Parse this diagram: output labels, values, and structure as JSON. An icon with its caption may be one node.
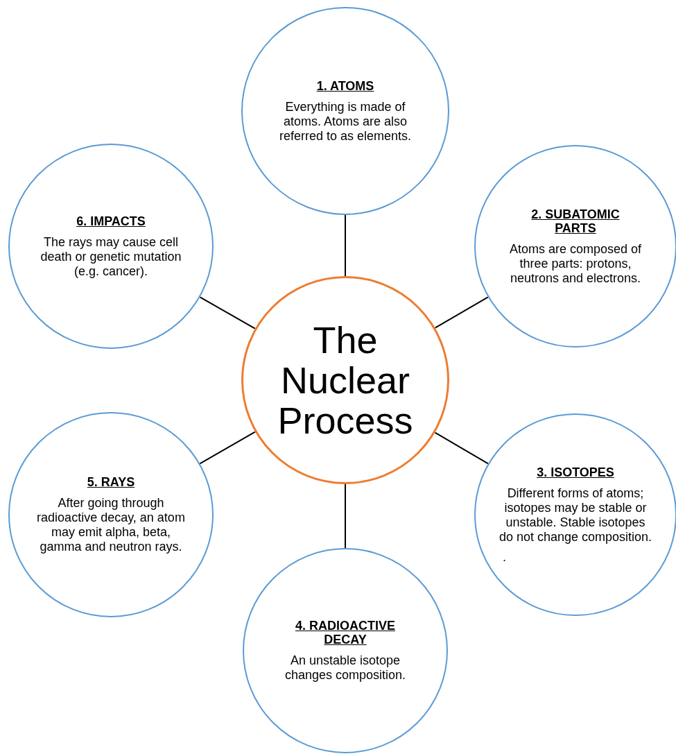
{
  "diagram": {
    "nodes": [
      {
        "text": [
          "The Nuclear Process"
        ]
      },
      {
        "text": [
          "1. ATOMS",
          "Everything is made of atoms. Atoms are also referred to as elements."
        ]
      },
      {
        "text": [
          "2. SUBATOMIC PARTS",
          "Atoms are composed of three parts: protons, neutrons and electrons."
        ]
      },
      {
        "text": [
          "3. ISOTOPES",
          "Different forms of atoms; isotopes may be stable or unstable. Stable isotopes do not change composition.",
          "."
        ]
      },
      {
        "text": [
          "4. RADIOACTIVE DECAY",
          "An unstable isotope changes composition."
        ]
      },
      {
        "text": [
          "5. RAYS",
          "After going through radioactive decay, an atom may emit alpha, beta, gamma and neutron rays."
        ]
      },
      {
        "text": [
          "6. IMPACTS",
          "The rays may cause cell death or genetic mutation (e.g. cancer)."
        ]
      }
    ],
    "edges": [
      {
        "from": 0,
        "to": 1,
        "arrow": "none"
      },
      {
        "from": 0,
        "to": 2,
        "arrow": "none"
      },
      {
        "from": 0,
        "to": 3,
        "arrow": "none"
      },
      {
        "from": 0,
        "to": 4,
        "arrow": "none"
      },
      {
        "from": 0,
        "to": 5,
        "arrow": "none"
      },
      {
        "from": 0,
        "to": 6,
        "arrow": "none"
      }
    ]
  }
}
